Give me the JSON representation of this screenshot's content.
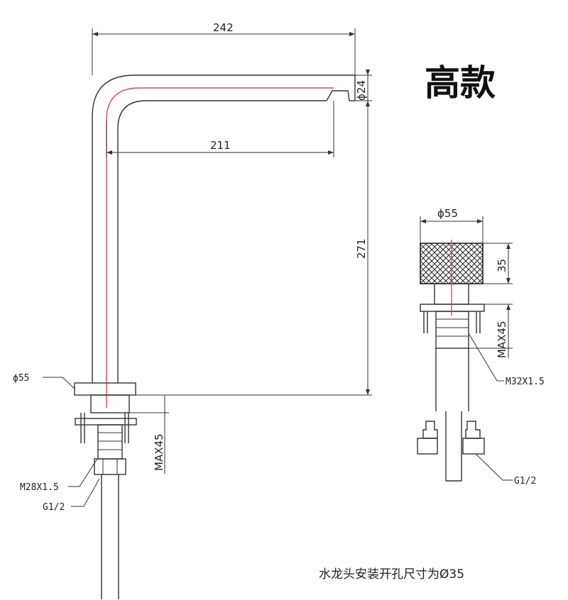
{
  "title": "高款",
  "footer_note": "水龙头安装开孔尺寸为Ø35",
  "spout": {
    "dim_width": "242",
    "dim_reach": "211",
    "dim_height": "271",
    "dim_outlet": "ϕ24",
    "dim_base": "ϕ55",
    "dim_max": "MAX45",
    "dim_thread": "M28X1.5",
    "dim_inlet": "G1/2"
  },
  "handle": {
    "dim_diameter": "ϕ55",
    "dim_knob_height": "35",
    "dim_max": "MAX45",
    "dim_thread": "M32X1.5",
    "dim_inlet": "G1/2"
  }
}
